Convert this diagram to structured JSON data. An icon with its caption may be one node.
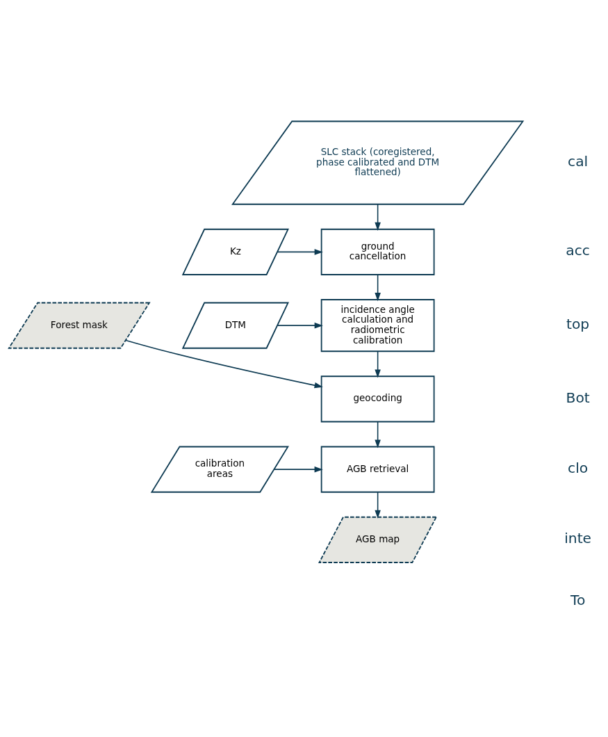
{
  "diagram": {
    "nodes": [
      {
        "text": [
          "SLC stack (coregistered, phase calibrated and DTM flattened)"
        ]
      },
      {
        "text": [
          "Kz"
        ]
      },
      {
        "text": [
          "ground cancellation"
        ]
      },
      {
        "text": [
          "Forest mask"
        ]
      },
      {
        "text": [
          "incidence angle calculation and radiometric calibration"
        ]
      },
      {
        "text": [
          "DTM"
        ]
      },
      {
        "text": [
          "geocoding"
        ]
      },
      {
        "text": [
          "calibration areas"
        ]
      },
      {
        "text": [
          "AGB retrieval"
        ]
      },
      {
        "text": [
          "AGB map"
        ]
      }
    ],
    "edges": [
      {
        "from": 0,
        "to": 2,
        "arrow": "to"
      },
      {
        "from": 1,
        "to": 2,
        "arrow": "to"
      },
      {
        "from": 2,
        "to": 4,
        "arrow": "to"
      },
      {
        "from": 5,
        "to": 4,
        "arrow": "to"
      },
      {
        "from": 4,
        "to": 6,
        "arrow": "to"
      },
      {
        "from": 3,
        "to": 6,
        "arrow": "to"
      },
      {
        "from": 6,
        "to": 8,
        "arrow": "to"
      },
      {
        "from": 7,
        "to": 8,
        "arrow": "to"
      },
      {
        "from": 8,
        "to": 9,
        "arrow": "to"
      }
    ],
    "labels": [
      "cal",
      "acc",
      "top",
      "Bot",
      "clo",
      "inte",
      "To"
    ]
  }
}
